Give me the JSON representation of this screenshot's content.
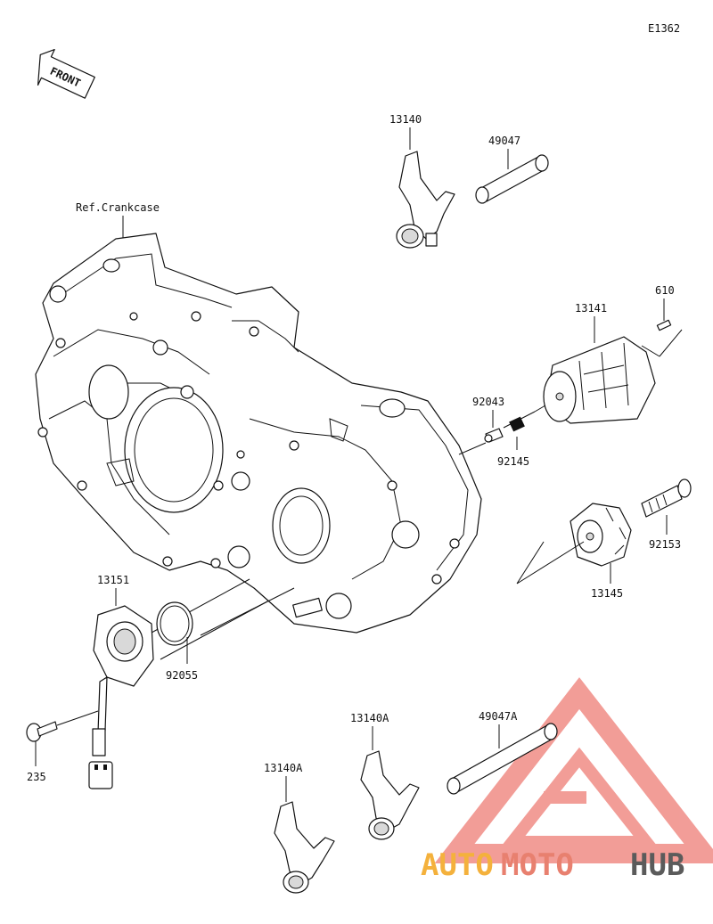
{
  "diagram": {
    "code": "E1362",
    "front_label": "FRONT",
    "ref_label": "Ref.Crankcase",
    "parts": [
      "13140",
      "49047",
      "610",
      "13141",
      "92043",
      "92145",
      "92153",
      "13145",
      "13151",
      "92055",
      "235",
      "13140A",
      "49047A",
      "13140A"
    ]
  },
  "watermark": {
    "word_1": "AUTO",
    "word_2": "MOTO",
    "word_3": "HUB",
    "colors": {
      "auto": "#f4b13c",
      "moto": "#e8806f",
      "hub": "#5b5b5b",
      "triangle": "#f08c86"
    }
  }
}
